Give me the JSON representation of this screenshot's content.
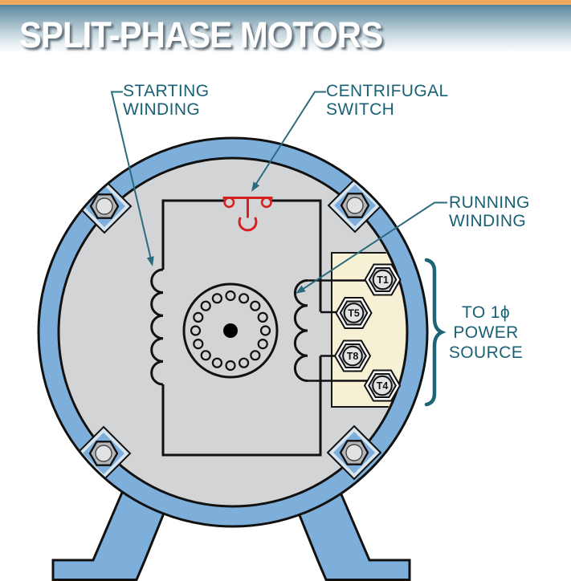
{
  "header": {
    "title": "SPLIT-PHASE MOTORS"
  },
  "labels": {
    "starting_winding": {
      "line1": "STARTING",
      "line2": "WINDING"
    },
    "centrifugal_switch": {
      "line1": "CENTRIFUGAL",
      "line2": "SWITCH"
    },
    "running_winding": {
      "line1": "RUNNING",
      "line2": "WINDING"
    },
    "power_source": {
      "line1": "TO 1ϕ",
      "line2": "POWER",
      "line3": "SOURCE"
    }
  },
  "terminals": {
    "t1": "T1",
    "t5": "T5",
    "t8": "T8",
    "t4": "T4"
  },
  "colors": {
    "accent_orange": "#f0a95e",
    "housing_blue": "#7eafdb",
    "face_gray": "#d3d4d6",
    "terminal_block_cream": "#f6f0d4",
    "label_teal": "#1a6176",
    "switch_red": "#d92020",
    "line_black": "#111111"
  }
}
